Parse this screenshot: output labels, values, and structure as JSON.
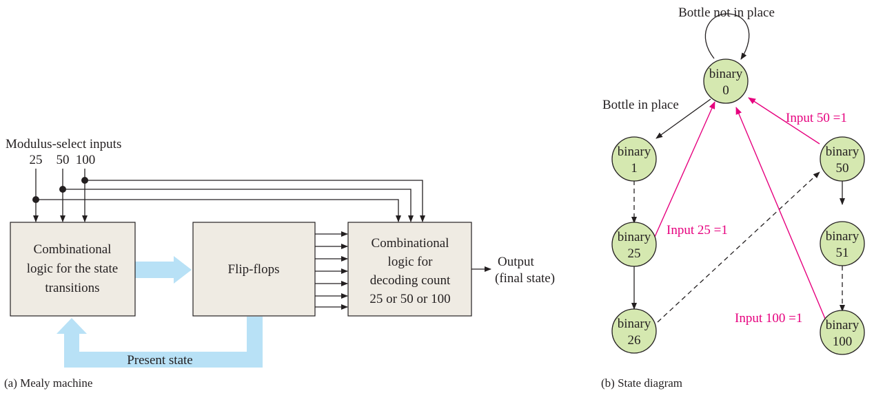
{
  "mealy": {
    "modulus_label": "Modulus-select inputs",
    "inputs": [
      "25",
      "50",
      "100"
    ],
    "box_combinational": [
      "Combinational",
      "logic for the state",
      "transitions"
    ],
    "box_flipflops": "Flip-flops",
    "box_decoder": [
      "Combinational",
      "logic for",
      "decoding count",
      "25 or 50 or 100"
    ],
    "output_label": [
      "Output",
      "(final state)"
    ],
    "present_state_label": "Present state",
    "caption": "(a)  Mealy machine"
  },
  "state_diagram": {
    "nodes": [
      {
        "id": "s0",
        "line1": "binary",
        "line2": "0"
      },
      {
        "id": "s1",
        "line1": "binary",
        "line2": "1"
      },
      {
        "id": "s25",
        "line1": "binary",
        "line2": "25"
      },
      {
        "id": "s26",
        "line1": "binary",
        "line2": "26"
      },
      {
        "id": "s50",
        "line1": "binary",
        "line2": "50"
      },
      {
        "id": "s51",
        "line1": "binary",
        "line2": "51"
      },
      {
        "id": "s100",
        "line1": "binary",
        "line2": "100"
      }
    ],
    "labels": {
      "self_loop": "Bottle not in place",
      "start": "Bottle in place",
      "input25": "Input 25 =1",
      "input50": "Input 50 =1",
      "input100": "Input 100 =1"
    },
    "caption": "(b)  State diagram"
  },
  "colors": {
    "box_fill": "#efebe3",
    "node_fill": "#d5e8b0",
    "flow_arrow": "#b8e1f6",
    "magenta": "#e6007e",
    "ink": "#231f20"
  }
}
